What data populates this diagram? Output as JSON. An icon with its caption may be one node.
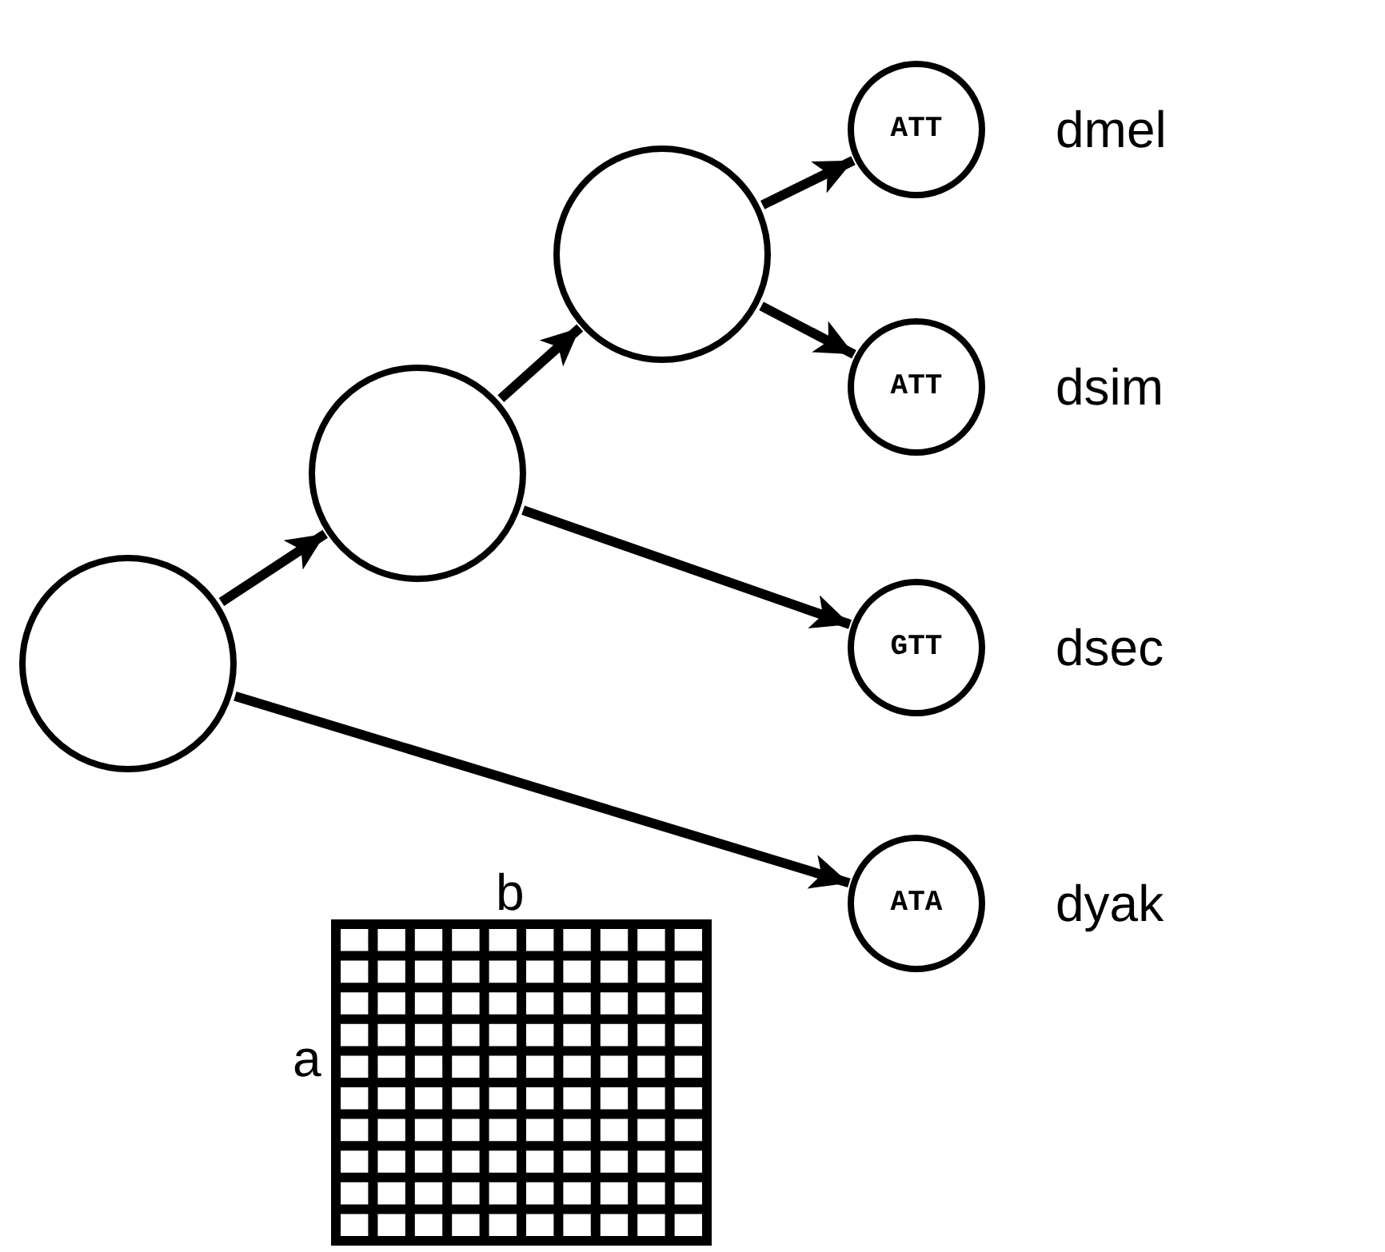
{
  "diagram": {
    "nodes": [
      {
        "text": [],
        "shape": "circle"
      },
      {
        "text": [],
        "shape": "circle"
      },
      {
        "text": [],
        "shape": "circle"
      },
      {
        "text": [
          "ATT"
        ],
        "beside": [
          "dmel"
        ]
      },
      {
        "text": [
          "ATT"
        ],
        "beside": [
          "dsim"
        ]
      },
      {
        "text": [
          "GTT"
        ],
        "beside": [
          "dsec"
        ]
      },
      {
        "text": [
          "ATA"
        ],
        "beside": [
          "dyak"
        ]
      }
    ],
    "edges": [
      {
        "from": 0,
        "to": 1,
        "arrow": "to"
      },
      {
        "from": 1,
        "to": 2,
        "arrow": "to"
      },
      {
        "from": 2,
        "to": 3,
        "arrow": "to"
      },
      {
        "from": 2,
        "to": 4,
        "arrow": "to"
      },
      {
        "from": 1,
        "to": 5,
        "arrow": "to"
      },
      {
        "from": 0,
        "to": 6,
        "arrow": "to"
      }
    ],
    "labels": [
      "b",
      "a"
    ]
  }
}
